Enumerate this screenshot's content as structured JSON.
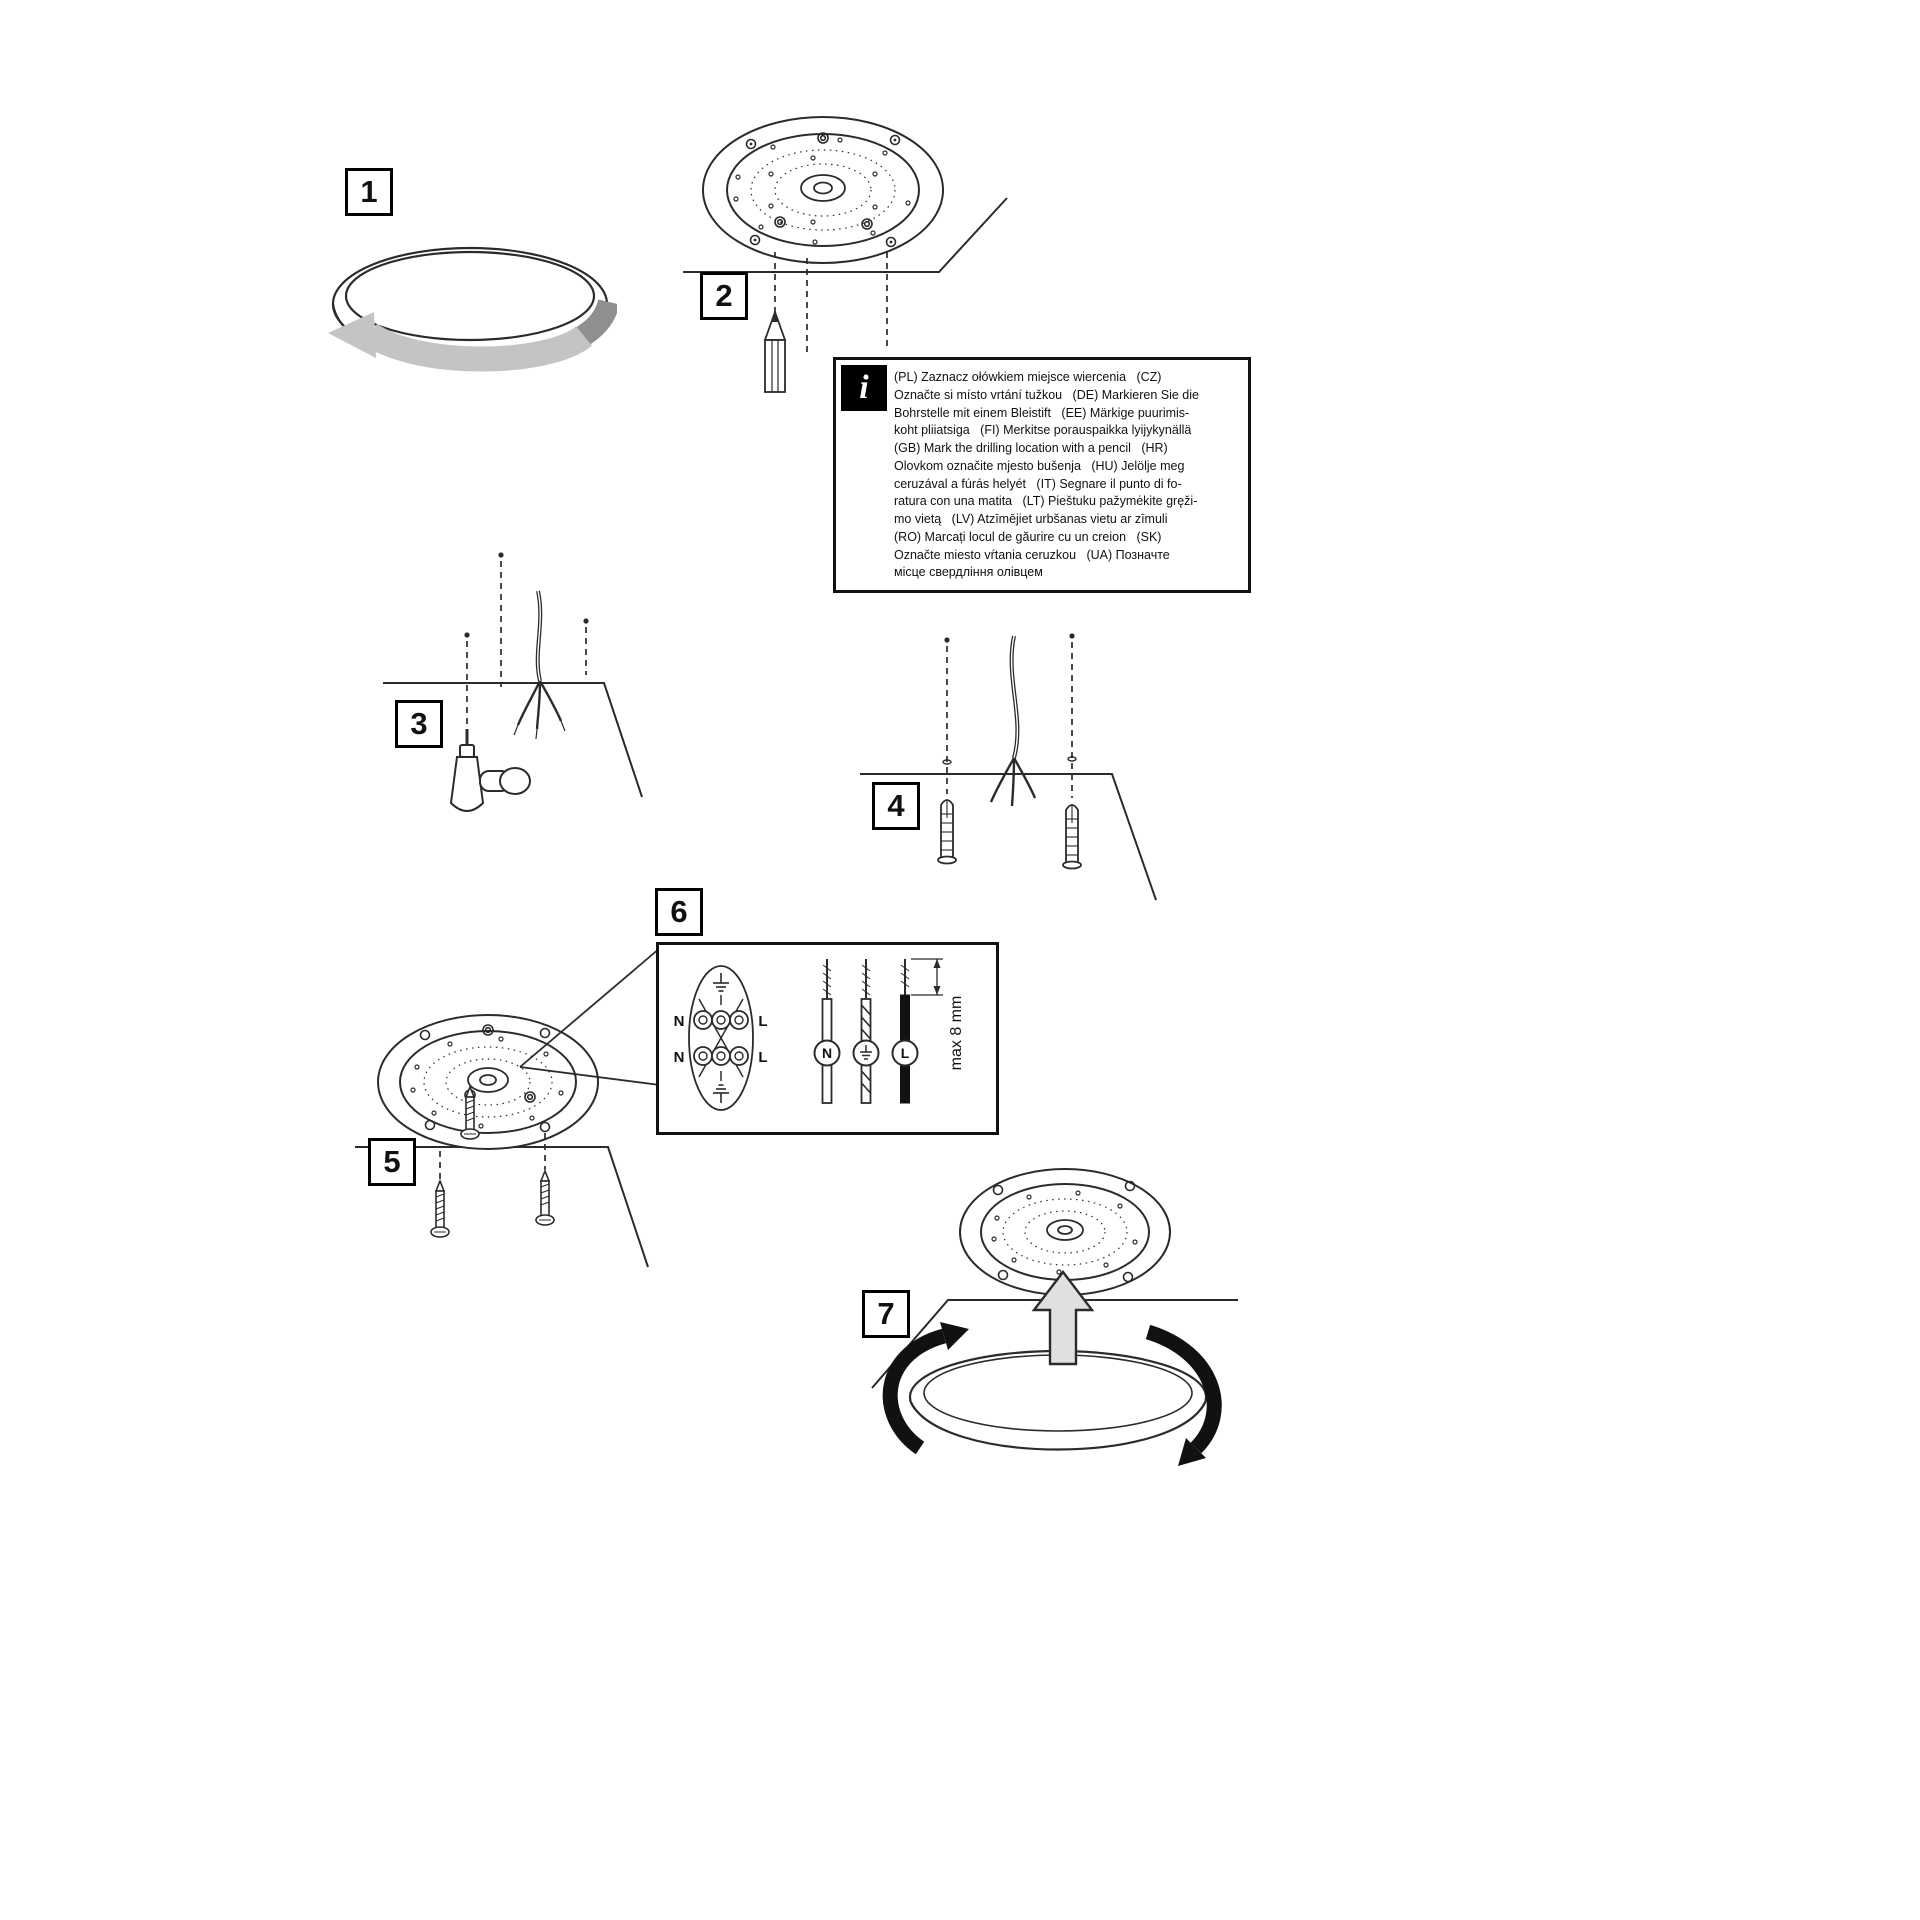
{
  "document": {
    "background": "#ffffff",
    "line_color": "#2b2b2b",
    "arrow_gray": "#c4c4c4",
    "arrow_dark_gray": "#8f8f8f"
  },
  "steps": {
    "s1": "1",
    "s2": "2",
    "s3": "3",
    "s4": "4",
    "s5": "5",
    "s6": "6",
    "s7": "7"
  },
  "info_box": {
    "icon": "i",
    "text": "(PL) Zaznacz ołówkiem miejsce wiercenia   (CZ)\nOznačte si místo vrtání tužkou   (DE) Markieren Sie die\nBohrstelle mit einem Bleistift   (EE) Märkige puurimis-\nkoht pliiatsiga   (FI) Merkitse porauspaikka lyijykynällä\n(GB) Mark the drilling location with a pencil   (HR)\nOlovkom označite mjesto bušenja   (HU) Jelölje meg\nceruzával a fúrás helyét   (IT) Segnare il punto di fo-\nratura con una matita   (LT) Pieštuku pažymėkite gręži-\nmo vietą   (LV) Atzīmējiet urbšanas vietu ar zīmuli\n(RO) Marcați locul de găurire cu un creion   (SK)\nOznačte miesto vŕtania ceruzkou   (UA) Позначте\nмісце свердління олівцем"
  },
  "wiring": {
    "n": "N",
    "l": "L",
    "wire_n": "N",
    "wire_l": "L",
    "max_label": "max 8 mm"
  }
}
